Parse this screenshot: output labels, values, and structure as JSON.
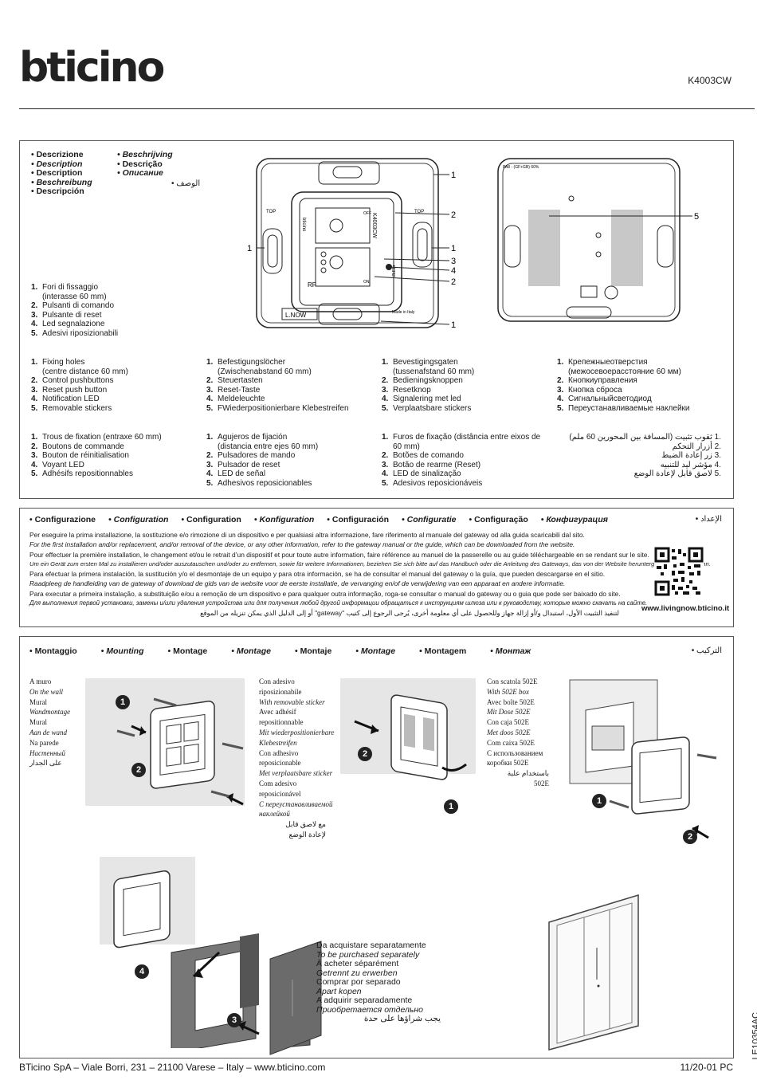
{
  "brand": "bticino",
  "product_code": "K4003CW",
  "description": {
    "headings": [
      "Descrizione",
      "Description",
      "Description",
      "Beschreibung",
      "Descripción",
      "Beschrijving",
      "Descrição",
      "Описание",
      "الوصف"
    ],
    "diagram_numbers": {
      "left": [
        "1",
        "2",
        "1",
        "3",
        "4",
        "2",
        "1",
        "1"
      ],
      "right": [
        "5"
      ]
    },
    "device_labels": {
      "brand_small": "bticino",
      "model": "K4003CW",
      "rf": "RF",
      "lnow": "L.NOW",
      "made_in": "Made in Italy",
      "zle": "ZLE1s",
      "top": "TOP",
      "off": "OFF",
      "on": "ON",
      "pa": "PA8 - (GF+GB) 60%"
    },
    "lists": [
      [
        "Fori di fissaggio",
        "(interasse 60 mm)",
        "Pulsanti di comando",
        "Pulsante di reset",
        "Led segnalazione",
        "Adesivi riposizionabili"
      ],
      [
        "Fixing holes",
        "(centre distance 60 mm)",
        "Control pushbuttons",
        "Reset push button",
        "Notification LED",
        "Removable stickers"
      ],
      [
        "Befestigungslöcher",
        "(Zwischenabstand 60 mm)",
        "Steuertasten",
        "Reset-Taste",
        "Meldeleuchte",
        "FWiederpositionierbare Klebestreifen"
      ],
      [
        "Bevestigingsgaten",
        "(tussenafstand 60 mm)",
        "Bedieningsknoppen",
        "Resetknop",
        "Signalering met led",
        "Verplaatsbare stickers"
      ],
      [
        "Крепежныеотверстия",
        "(межосевоерасстояние 60 мм)",
        "Кнопкиуправления",
        "Кнопка сброса",
        "Сигнальныйсветодиод",
        "Переустанавливаемые наклейки"
      ],
      [
        "Trous de fixation (entraxe 60 mm)",
        "",
        "Boutons de commande",
        "Bouton de réinitialisation",
        "Voyant LED",
        "Adhésifs repositionnables"
      ],
      [
        "Agujeros de fijación",
        "(distancia entre ejes 60 mm)",
        "Pulsadores de mando",
        "Pulsador de reset",
        "LED de señal",
        "Adhesivos reposicionables"
      ],
      [
        "Furos de fixação (distância entre eixos de",
        "60 mm)",
        "Botões de comando",
        "Botão de rearme (Reset)",
        "LED de sinalização",
        "Adesivos reposicionáveis"
      ],
      [
        "ثقوب تثبيت (المسافة بين المحورين 60 ملم)",
        "",
        "أزرار التحكم",
        "زر إعادة الضبط",
        "مؤشر ليد للتنبيه",
        "لاصق قابل لإعادة الوضع"
      ]
    ]
  },
  "configuration": {
    "headings": [
      "Configurazione",
      "Configuration",
      "Configuration",
      "Konfiguration",
      "Configuración",
      "Configuratie",
      "Configuração",
      "Конфигурация",
      "الإعداد"
    ],
    "lines": [
      "Per eseguire la prima installazione, la sostituzione e/o rimozione di un dispositivo e per qualsiasi altra informazione, fare riferimento al manuale del gateway od alla guida scaricabili dal sito.",
      "For the first installation and/or replacement, and/or removal of the device, or any other information, refer to the gateway manual or the guide, which can be downloaded from the website.",
      "Pour effectuer la première installation, le changement et/ou le retrait d’un dispositif et pour toute autre information, faire référence au manuel de la passerelle ou au guide téléchargeable en se rendant sur le site.",
      "Um ein Gerät zum ersten Mal zu installieren und/oder auszutauschen und/oder zu entfernen, sowie für weitere Informationen, beziehen Sie sich bitte auf das Handbuch oder die Anleitung des Gateways, das von der Website heruntergeladen werden kann.",
      "Para efectuar la primera instalación, la sustitución y/o el desmontaje de un equipo y para otra información, se ha de consultar el manual del gateway o la guía, que pueden descargarse en el sitio.",
      "Raadpleeg de handleiding van de gateway of download de gids van de website voor de eerste installatie, de vervanging en/of de verwijdering van een apparaat en andere informatie.",
      "Para executar a primeira instalação, a substituição e/ou a remoção de um dispositivo e para qualquer outra informação, roga-se consultar o manual do gateway ou o guia que pode ser baixado do site.",
      "Для выполнения первой установки, замены и/или удаления устройства или для получения любой другой информации обращаться к инструкциям шлюза или к руководству, которые можно скачать на сайте.",
      "لتنفيذ التثبيت الأول، استبدال و/أو إزالة جهاز وللحصول على أي معلومة أخرى، يُرجى الرجوع إلى كتيب \"gateway\" أو إلى الدليل الذي يمكن تنزيله من الموقع"
    ],
    "url": "www.livingnow.bticino.it"
  },
  "mounting": {
    "headings": [
      "Montaggio",
      "Mounting",
      "Montage",
      "Montage",
      "Montaje",
      "Montage",
      "Montagem",
      "Монтаж",
      "التركيب"
    ],
    "wall": [
      "A muro",
      "On the wall",
      "Mural",
      "Wandmontage",
      "Mural",
      "Aan de wand",
      "Na parede",
      "Настенный",
      "على الجدار"
    ],
    "adhesive": [
      "Con adesivo",
      "riposizionabile",
      "With removable sticker",
      "Avec adhésif",
      "repositionnable",
      "Mit wiederpositionierbare",
      "Klebestreifen",
      "Con adhesivo",
      "reposicionable",
      "Met verplaatsbare sticker",
      "Com adesivo",
      "reposicionável",
      "С переустанавливаемой",
      "наклейкой",
      "مع لاصق قابل",
      "لإعادة الوضع"
    ],
    "box": [
      "Con scatola 502E",
      "With 502E box",
      "Avec boîte 502E",
      "Mit Dose 502E",
      "Con caja 502E",
      "Met doos 502E",
      "Com caixa 502E",
      "С использованием",
      "коробки 502E",
      "باستخدام علبة",
      "502E"
    ],
    "purchase": [
      "Da acquistare separatamente",
      "To be purchased separately",
      "À acheter séparément",
      "Getrennt zu erwerben",
      "Comprar por separado",
      "Apart kopen",
      "A adquirir separadamente",
      "Приобретается отдельно",
      "يجب شراؤها على حدة"
    ],
    "step_numbers": [
      "1",
      "2",
      "2",
      "1",
      "1",
      "2",
      "4",
      "3"
    ]
  },
  "footer": {
    "left": "BTicino SpA – Viale Borri, 231 – 21100 Varese – Italy – www.bticino.com",
    "right": "11/20-01 PC",
    "side": "LE10354AC"
  }
}
